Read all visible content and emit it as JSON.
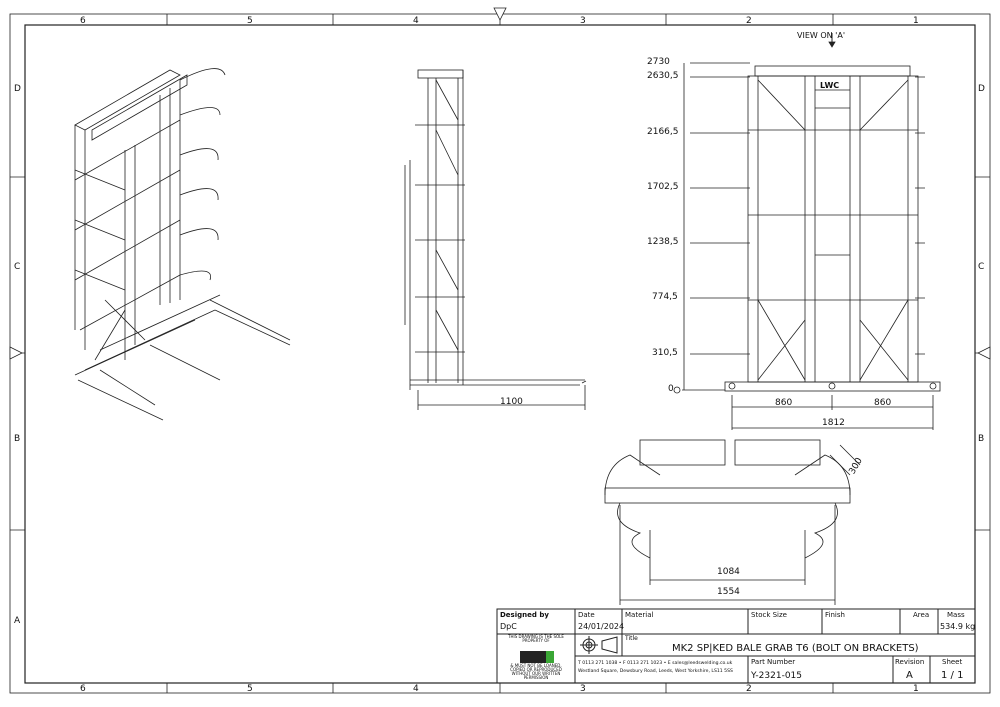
{
  "zones": {
    "columns": [
      "6",
      "5",
      "4",
      "3",
      "2",
      "1"
    ],
    "rows": [
      "D",
      "C",
      "B",
      "A"
    ]
  },
  "view_label": "VIEW ON 'A'",
  "front_view_dims": {
    "heights": [
      "2730",
      "2630,5",
      "2166,5",
      "1702,5",
      "1238,5",
      "774,5",
      "310,5",
      "0"
    ],
    "half_width_left": "860",
    "half_width_right": "860",
    "overall_width": "1812"
  },
  "side_view_dims": {
    "tine_length": "1100"
  },
  "top_view_dims": {
    "arm": "300",
    "inner_width": "1084",
    "outer_width": "1554"
  },
  "logo_text": "LWC",
  "title_block": {
    "designed_by_label": "Designed by",
    "designed_by": "DpC",
    "date_label": "Date",
    "date": "24/01/2024",
    "material_label": "Material",
    "material": "",
    "stock_size_label": "Stock Size",
    "finish_label": "Finish",
    "area_label": "Area",
    "mass_label": "Mass",
    "mass": "534.9 kg",
    "ownership_top": "THIS DRAWING IS THE SOLE PROPERTY OF",
    "ownership_bottom": "& MUST NOT BE LOANED, COPIED OR REPRODUCED WITHOUT OUR WRITTEN PERMISSION",
    "title_label": "Title",
    "title": "MK2 SP|KED BALE GRAB T6 (BOLT ON BRACKETS)",
    "contact_line1": "T 0113 271 1038 • F 0113 271 1023 • E sales@leedswelding.co.uk",
    "contact_line2": "Westland Square, Dewsbury Road, Leeds, West Yorkshire, LS11 5SS",
    "part_number_label": "Part Number",
    "part_number": "Y-2321-015",
    "revision_label": "Revision",
    "revision": "A",
    "sheet_label": "Sheet",
    "sheet": "1 / 1"
  },
  "colors": {
    "line": "#222222",
    "logo_green": "#3aa635"
  }
}
